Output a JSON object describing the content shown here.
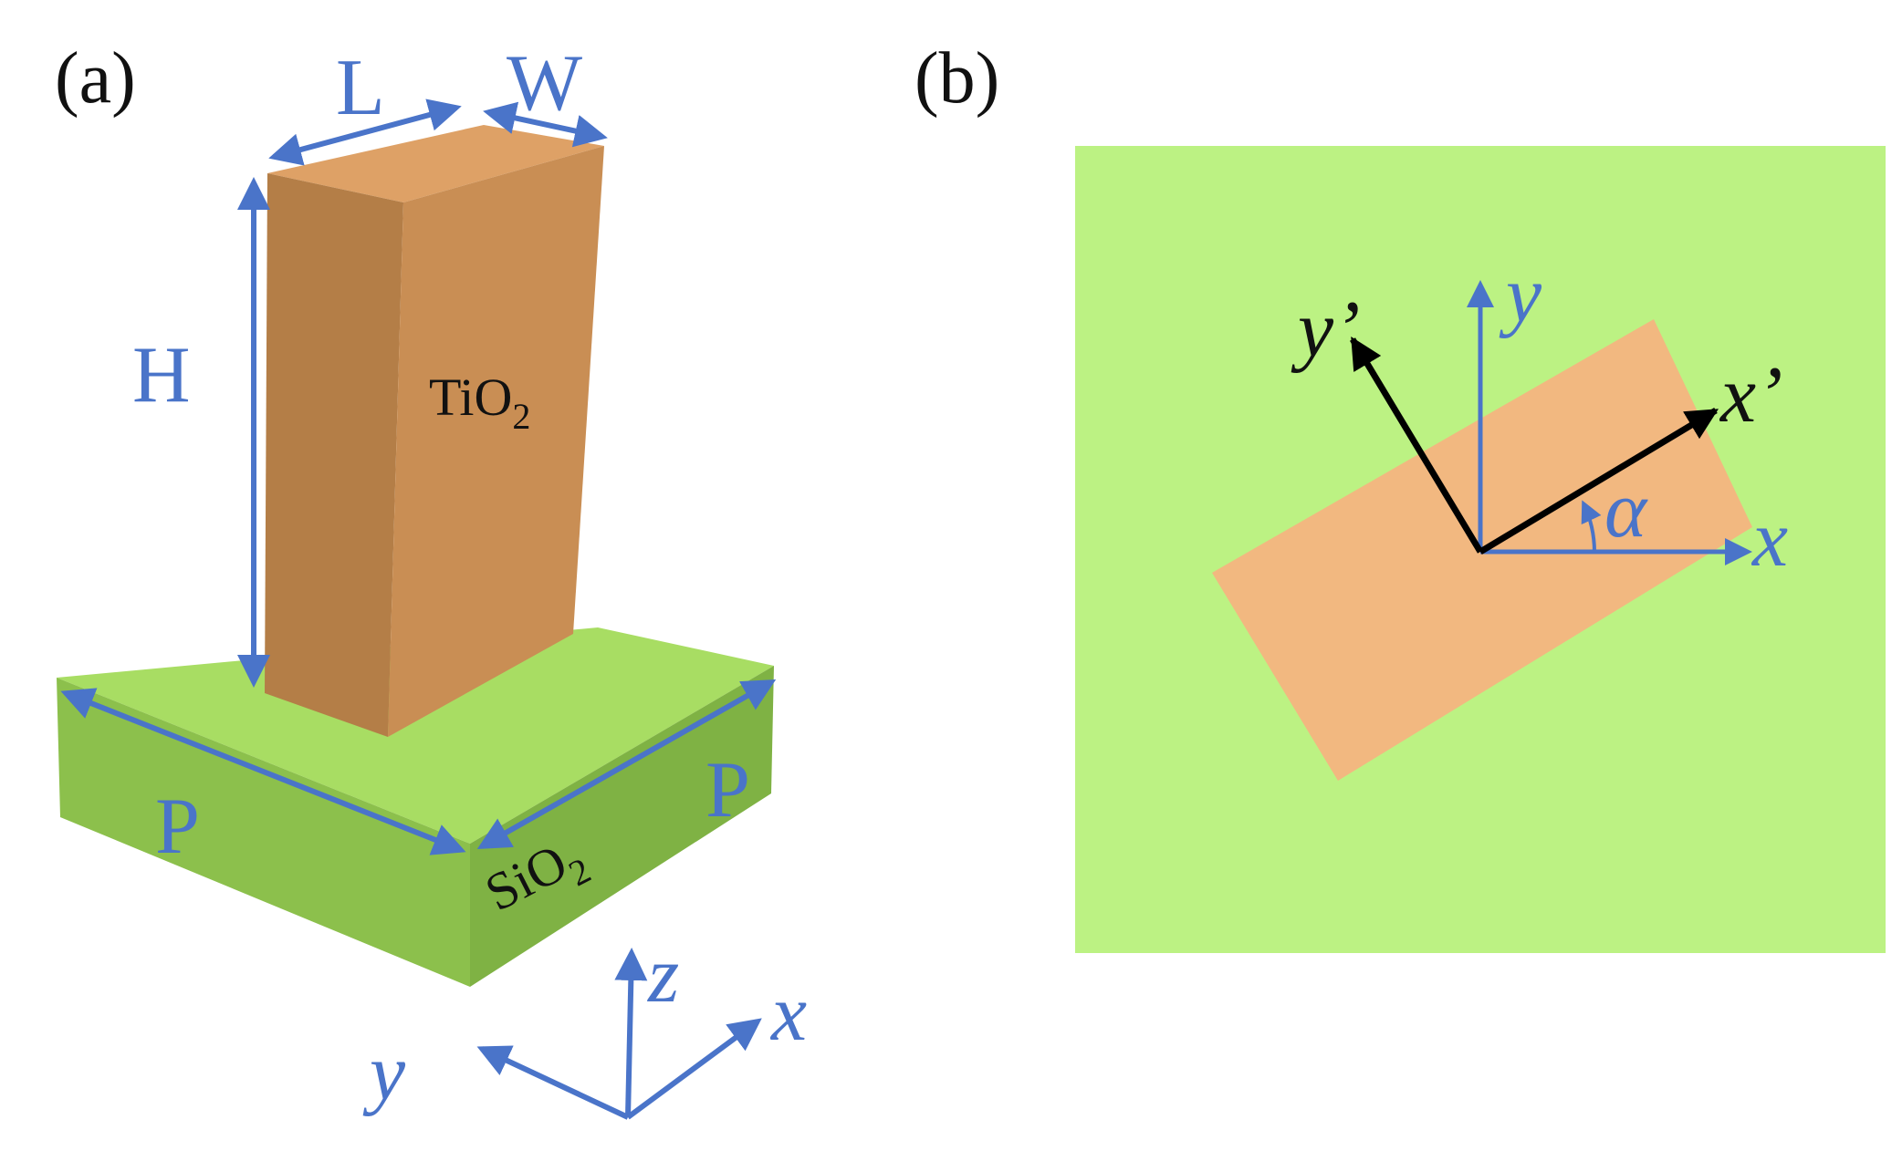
{
  "panels": {
    "a": {
      "label": "(a)"
    },
    "b": {
      "label": "(b)"
    }
  },
  "panel_a": {
    "dimensions": {
      "length": "L",
      "width": "W",
      "height": "H",
      "period_left": "P",
      "period_right": "P"
    },
    "materials": {
      "pillar": {
        "base": "TiO",
        "sub": "2"
      },
      "substrate": {
        "base": "SiO",
        "sub": "2"
      }
    },
    "axes": {
      "x": "x",
      "y": "y",
      "z": "z"
    }
  },
  "panel_b": {
    "axes": {
      "x": "x",
      "y": "y",
      "x_prime": "x’",
      "y_prime": "y’"
    },
    "angle": "α"
  },
  "colors": {
    "blue_annotation": "#4a74c9",
    "pillar_front": "#c98e54",
    "pillar_side": "#b47e47",
    "pillar_top": "#dea166",
    "substrate_top": "#a8dd63",
    "substrate_front": "#8cc04c",
    "substrate_side": "#7fb244",
    "panel_b_background": "#bcf283",
    "panel_b_rect": "#f2b880",
    "black_axes": "#000000"
  },
  "icons": [
    "double-arrow",
    "single-arrow",
    "rotation-arc"
  ]
}
